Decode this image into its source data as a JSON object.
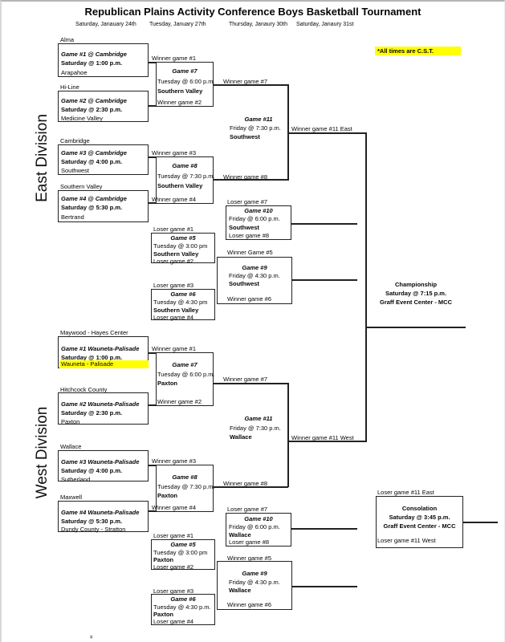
{
  "title": "Republican Plains Activity Conference Boys Basketball Tournament",
  "columns": [
    "Saturday, Janauary 24th",
    "Tuesday, January 27th",
    "Thursday, Janaury 30th",
    "Saturday, Janaury 31st"
  ],
  "note": "*All times are C.S.T.",
  "colors": {
    "highlight": "#FFFF00",
    "line": "#222222",
    "text": "#050505"
  },
  "east": {
    "label": "East Division",
    "round1": [
      {
        "team1": "Alma",
        "title": "Game #1 @ Cambridge",
        "time": "Saturday @ 1:00 p.m.",
        "team2": "Arapahoe"
      },
      {
        "team1": "Hi-Line",
        "title": "Game #2 @ Cambridge",
        "time": "Saturday @ 2:30 p.m.",
        "team2": "Medicine Valley"
      },
      {
        "team1": "Cambridge",
        "title": "Game #3 @ Cambridge",
        "time": "Saturday @ 4:00 p.m.",
        "team2": "Southwest"
      },
      {
        "team1": "Southern Valley",
        "title": "Game #4 @ Cambridge",
        "time": "Saturday @ 5:30 p.m.",
        "team2": "Bertrand"
      }
    ],
    "game7": {
      "in1": "Winner game #1",
      "title": "Game #7",
      "time": "Tuesday @ 6:00 p.m.",
      "host": "Southern Valley",
      "in2": "Winner game #2"
    },
    "game8": {
      "in1": "Winner game #3",
      "title": "Game #8",
      "time": "Tuesday @ 7:30 p.m.",
      "host": "Southern Valley",
      "in2": "Winner game #4"
    },
    "game11": {
      "in1": "Winner game #7",
      "title": "Game #11",
      "time": "Friday @ 7:30 p.m.",
      "host": "Southwest",
      "in2": "Winner game #8",
      "out": "Winner game #11 East"
    },
    "game10": {
      "in1": "Loser game #7",
      "title": "Game #10",
      "time": "Friday @ 6:00 p.m.",
      "host": "Southwest",
      "in2": "Loser game #8"
    },
    "game5": {
      "in1": "Loser game #1",
      "title": "Game #5",
      "time": "Tuesday @ 3:00 pm",
      "host": "Southern Valley",
      "in2": "Loser game #2"
    },
    "game9": {
      "in1": "Winner Game #5",
      "title": "Game #9",
      "time": "Friday @ 4:30 p.m.",
      "host": "Southwest",
      "in2": "Winner game #6"
    },
    "game6": {
      "in1": "Loser game #3",
      "title": "Game #6",
      "time": "Tuesday @ 4:30 pm",
      "host": "Southern Valley",
      "in2": "Loser game #4"
    }
  },
  "west": {
    "label": "West Division",
    "round1": [
      {
        "team1": "Maywood - Hayes Center",
        "title": "Game #1 Wauneta-Palisade",
        "time": "Saturday @ 1:00 p.m.",
        "team2": "Wauneta - Palisade"
      },
      {
        "team1": "Hitchcock County",
        "title": "Game #2 Wauneta-Palisade",
        "time": "Saturday @ 2:30 p.m.",
        "team2": "Paxton"
      },
      {
        "team1": "Wallace",
        "title": "Game #3 Wauneta-Palisade",
        "time": "Saturday @ 4:00 p.m.",
        "team2": "Sutherland"
      },
      {
        "team1": "Maxwell",
        "title": "Game #4 Wauneta-Palisade",
        "time": "Saturday @ 5:30 p.m.",
        "team2": "Dundy County - Stratton"
      }
    ],
    "game7": {
      "in1": "Winner game #1",
      "title": "Game #7",
      "time": "Tuesday @ 6:00 p.m.",
      "host": "Paxton",
      "in2": "Winner game #2"
    },
    "game8": {
      "in1": "Winner game #3",
      "title": "Game #8",
      "time": "Tuesday @ 7:30 p.m.",
      "host": "Paxton",
      "in2": "Winner game #4"
    },
    "game11": {
      "in1": "Winner game #7",
      "title": "Game #11",
      "time": "Friday @ 7:30 p.m.",
      "host": "Wallace",
      "in2": "Winner game #8",
      "out": "Winner game #11 West"
    },
    "game10": {
      "in1": "Loser game #7",
      "title": "Game #10",
      "time": "Friday @ 6:00 p.m.",
      "host": "Wallace",
      "in2": "Loser game #8"
    },
    "game5": {
      "in1": "Loser game #1",
      "title": "Game #5",
      "time": "Tuesday @ 3:00 pm",
      "host": "Paxton",
      "in2": "Loser game #2"
    },
    "game9": {
      "in1": "Winner game #5",
      "title": "Game #9",
      "time": "Friday @ 4:30 p.m.",
      "host": "Wallace",
      "in2": "Winner game #6"
    },
    "game6": {
      "in1": "Loser game #3",
      "title": "Game #6",
      "time": "Tuesday @ 4:30 p.m.",
      "host": "Paxton",
      "in2": "Loser game #4"
    }
  },
  "championship": {
    "title": "Championship",
    "time": "Saturday @ 7:15 p.m.",
    "venue": "Graff Event Center - MCC"
  },
  "consolation": {
    "in1": "Loser game #11 East",
    "title": "Consolation",
    "time": "Saturday @ 3:45 p.m.",
    "venue": "Graff Event Center - MCC",
    "in2": "Loser game #11 West"
  },
  "footer_mark": "="
}
